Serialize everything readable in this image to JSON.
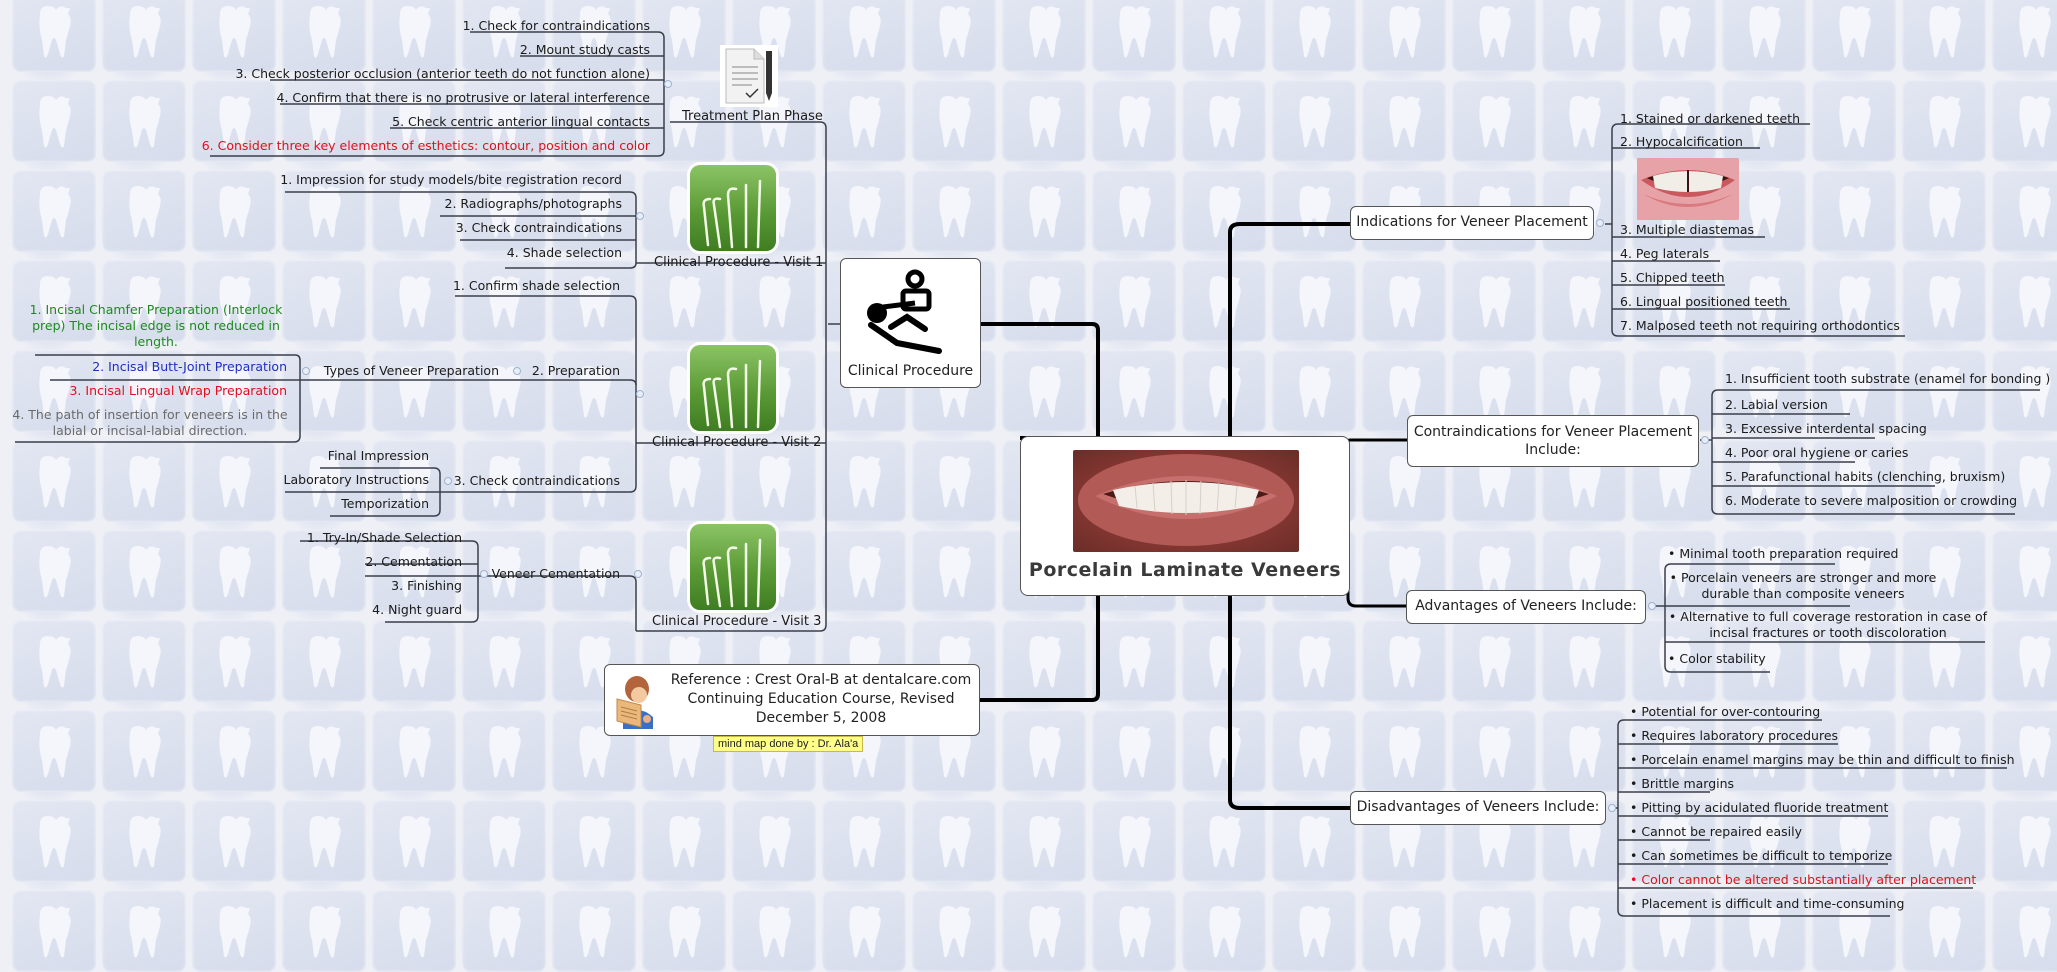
{
  "central": {
    "title": "Porcelain Laminate Veneers",
    "image": "smiling-teeth-photo"
  },
  "left": {
    "clinical_procedure": {
      "label": "Clinical Procedure",
      "icon": "dental-patient-chair-icon"
    },
    "treatment_plan": {
      "label": "Treatment Plan Phase",
      "icon": "document-checklist-icon",
      "items": [
        {
          "text": "1.  Check for contraindications",
          "color": "default"
        },
        {
          "text": "2. Mount study casts",
          "color": "default"
        },
        {
          "text": "3. Check posterior occlusion (anterior teeth do not function alone)",
          "color": "default"
        },
        {
          "text": "4.  Confirm that there is no protrusive or lateral interference",
          "color": "default"
        },
        {
          "text": "5.  Check centric anterior lingual contacts",
          "color": "default"
        },
        {
          "text": "6.  Consider three key elements of esthetics: contour, position and color",
          "color": "#e0101e"
        }
      ]
    },
    "visit1": {
      "label": "Clinical Procedure - Visit 1",
      "icon": "dental-instruments-icon",
      "items": [
        {
          "text": "1. Impression for study models/bite registration record"
        },
        {
          "text": "2. Radiographs/photographs"
        },
        {
          "text": "3.  Check contraindications"
        },
        {
          "text": "4.  Shade selection"
        }
      ]
    },
    "visit2": {
      "label": "Clinical Procedure - Visit 2",
      "icon": "dental-instruments-icon",
      "items": [
        {
          "text": "1. Confirm shade selection"
        },
        {
          "text": "2. Preparation"
        },
        {
          "text": "3. Check contraindications"
        }
      ],
      "preparation": {
        "label": "Types of Veneer Preparation",
        "items": [
          {
            "text": "1. Incisal Chamfer Preparation (Interlock prep) The incisal edge is not reduced in length.",
            "color": "#1e8a1e"
          },
          {
            "text": "2. Incisal Butt-Joint Preparation",
            "color": "#1f2fbf"
          },
          {
            "text": "3. Incisal Lingual Wrap Preparation",
            "color": "#e0101e"
          },
          {
            "text": "4. The path of insertion for veneers is in the labial or incisal-labial direction.",
            "color": "#6a6a6a"
          }
        ]
      },
      "check_items": [
        {
          "text": "Final Impression"
        },
        {
          "text": "Laboratory Instructions"
        },
        {
          "text": "Temporization"
        }
      ]
    },
    "visit3": {
      "label": "Clinical Procedure - Visit 3",
      "icon": "dental-instruments-icon",
      "cementation": {
        "label": "Veneer Cementation",
        "items": [
          {
            "text": "1. Try-In/Shade Selection"
          },
          {
            "text": "2. Cementation"
          },
          {
            "text": "3. Finishing"
          },
          {
            "text": "4. Night guard"
          }
        ]
      }
    },
    "reference": {
      "line1": "Reference : Crest  Oral-B at dentalcare.com",
      "line2": "Continuing Education Course, Revised",
      "line3": "December 5, 2008",
      "icon": "person-reading-newspaper-icon",
      "note": "mind map done by : Dr. Ala'a"
    }
  },
  "right": {
    "indications": {
      "label": "Indications for Veneer Placement",
      "items": [
        {
          "text": "1.  Stained or darkened teeth"
        },
        {
          "text": "2. Hypocalcification"
        },
        {
          "text": "3.  Multiple diastemas",
          "image": "diastema-teeth-photo"
        },
        {
          "text": "4.  Peg laterals"
        },
        {
          "text": "5.  Chipped teeth"
        },
        {
          "text": "6.  Lingual positioned teeth"
        },
        {
          "text": "7.  Malposed teeth not requiring orthodontics"
        }
      ]
    },
    "contraindications": {
      "label": "Contraindications for Veneer Placement Include:",
      "items": [
        {
          "text": "1. Insufficient tooth substrate (enamel for bonding )"
        },
        {
          "text": "2. Labial version"
        },
        {
          "text": "3. Excessive interdental spacing"
        },
        {
          "text": "4. Poor oral hygiene or caries"
        },
        {
          "text": "5. Parafunctional habits (clenching, bruxism)"
        },
        {
          "text": "6. Moderate to severe malposition or crowding"
        }
      ]
    },
    "advantages": {
      "label": "Advantages of Veneers Include:",
      "items": [
        {
          "text": "•  Minimal tooth preparation required"
        },
        {
          "text": "•  Porcelain veneers are stronger and more durable than composite veneers"
        },
        {
          "text": "• Alternative to full coverage restoration in case of incisal fractures or tooth discoloration"
        },
        {
          "text": "• Color stability"
        }
      ]
    },
    "disadvantages": {
      "label": "Disadvantages of Veneers Include:",
      "items": [
        {
          "text": "• Potential for over-contouring",
          "color": "default"
        },
        {
          "text": "• Requires laboratory procedures",
          "color": "default"
        },
        {
          "text": "• Porcelain enamel margins may be thin and difficult to finish",
          "color": "default"
        },
        {
          "text": "• Brittle margins",
          "color": "default"
        },
        {
          "text": "• Pitting by acidulated fluoride treatment",
          "color": "default"
        },
        {
          "text": "• Cannot be repaired easily",
          "color": "default"
        },
        {
          "text": "• Can sometimes be difficult to temporize",
          "color": "default"
        },
        {
          "text": "• Color cannot be altered substantially after placement",
          "color": "#e0101e"
        },
        {
          "text": "• Placement is difficult and time-consuming",
          "color": "default"
        }
      ]
    }
  },
  "colors": {
    "background": "#eef0f6",
    "tile": "#d9deec",
    "connector_main": "#000000",
    "connector_sub": "#3a3f4a",
    "highlight_red": "#e0101e",
    "note_yellow": "#ffff88",
    "instrument_icon_green": "#5a9a35"
  }
}
